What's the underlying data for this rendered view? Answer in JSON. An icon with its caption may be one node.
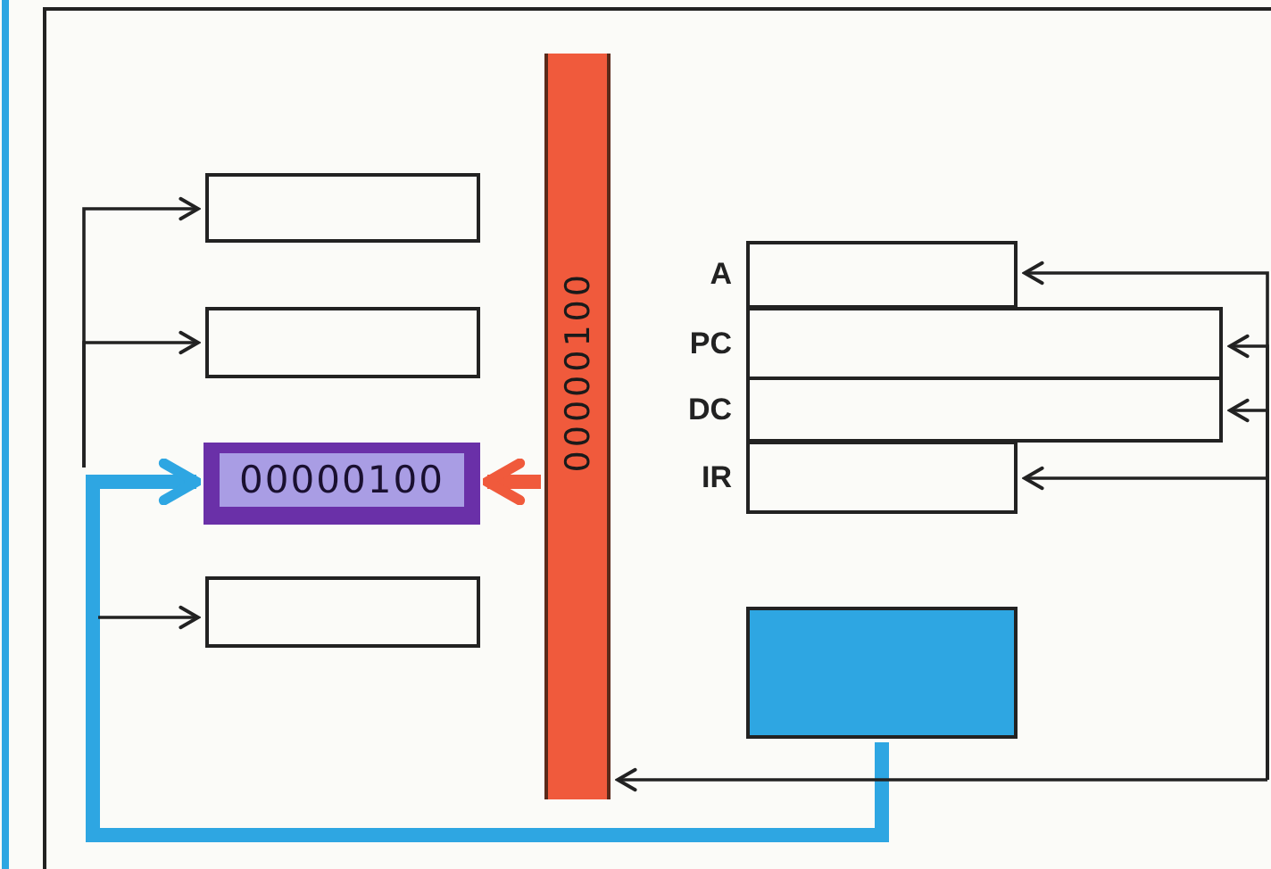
{
  "diagram": {
    "nodes": [
      {
        "text": [],
        "shape": "box"
      },
      {
        "text": [],
        "shape": "box"
      },
      {
        "text": [
          "00000100"
        ]
      },
      {
        "text": [],
        "shape": "box"
      },
      {
        "text": [
          "00000100"
        ]
      },
      {
        "text": [
          "A"
        ]
      },
      {
        "text": [
          "PC"
        ]
      },
      {
        "text": [
          "DC"
        ]
      },
      {
        "text": [
          "IR"
        ]
      },
      {
        "text": [],
        "shape": "box"
      }
    ],
    "edges": [
      {
        "from": null,
        "to": 0,
        "arrow": "to"
      },
      {
        "from": null,
        "to": 1,
        "arrow": "to"
      },
      {
        "from": 9,
        "to": 2,
        "arrow": "to",
        "style": "thick",
        "color": "#2ea6e2"
      },
      {
        "from": 4,
        "to": 2,
        "arrow": "to",
        "style": "thick",
        "color": "#f05a3c"
      },
      {
        "from": null,
        "to": 3,
        "arrow": "to"
      },
      {
        "from": null,
        "to": 5,
        "arrow": "to"
      },
      {
        "from": null,
        "to": 6,
        "arrow": "to"
      },
      {
        "from": null,
        "to": 7,
        "arrow": "to"
      },
      {
        "from": null,
        "to": 8,
        "arrow": "to"
      },
      {
        "from": null,
        "to": 4,
        "arrow": "to"
      }
    ]
  }
}
